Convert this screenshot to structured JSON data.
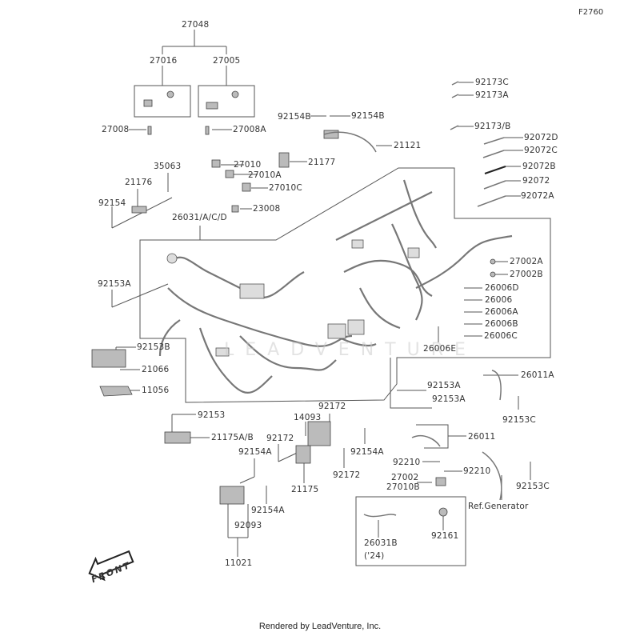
{
  "figure_code": "F2760",
  "footer": "Rendered by LeadVenture, Inc.",
  "watermark": "LEADVENTURE",
  "front_label": "FRONT",
  "labels": [
    {
      "id": "27048",
      "text": "27048"
    },
    {
      "id": "27016",
      "text": "27016"
    },
    {
      "id": "27005",
      "text": "27005"
    },
    {
      "id": "27008",
      "text": "27008"
    },
    {
      "id": "27008A",
      "text": "27008A"
    },
    {
      "id": "92154B-left",
      "text": "92154B"
    },
    {
      "id": "92154B-right",
      "text": "92154B"
    },
    {
      "id": "21121",
      "text": "21121"
    },
    {
      "id": "21177",
      "text": "21177"
    },
    {
      "id": "92173C",
      "text": "92173C"
    },
    {
      "id": "92173A",
      "text": "92173A"
    },
    {
      "id": "92173/B",
      "text": "92173/B"
    },
    {
      "id": "92072D",
      "text": "92072D"
    },
    {
      "id": "92072C",
      "text": "92072C"
    },
    {
      "id": "92072B",
      "text": "92072B"
    },
    {
      "id": "92072",
      "text": "92072"
    },
    {
      "id": "92072A",
      "text": "92072A"
    },
    {
      "id": "35063",
      "text": "35063"
    },
    {
      "id": "21176",
      "text": "21176"
    },
    {
      "id": "92154",
      "text": "92154"
    },
    {
      "id": "27010",
      "text": "27010"
    },
    {
      "id": "27010A",
      "text": "27010A"
    },
    {
      "id": "27010C",
      "text": "27010C"
    },
    {
      "id": "23008",
      "text": "23008"
    },
    {
      "id": "26031/A/C/D",
      "text": "26031/A/C/D"
    },
    {
      "id": "92153A-left",
      "text": "92153A"
    },
    {
      "id": "27002A",
      "text": "27002A"
    },
    {
      "id": "27002B",
      "text": "27002B"
    },
    {
      "id": "26006D",
      "text": "26006D"
    },
    {
      "id": "26006",
      "text": "26006"
    },
    {
      "id": "26006A",
      "text": "26006A"
    },
    {
      "id": "26006B",
      "text": "26006B"
    },
    {
      "id": "26006C",
      "text": "26006C"
    },
    {
      "id": "26006E",
      "text": "26006E"
    },
    {
      "id": "92153B",
      "text": "92153B"
    },
    {
      "id": "21066",
      "text": "21066"
    },
    {
      "id": "11056",
      "text": "11056"
    },
    {
      "id": "92153A-upper",
      "text": "92153A"
    },
    {
      "id": "92153A-lower",
      "text": "92153A"
    },
    {
      "id": "26011A",
      "text": "26011A"
    },
    {
      "id": "92153C-upper",
      "text": "92153C"
    },
    {
      "id": "92153",
      "text": "92153"
    },
    {
      "id": "21175A/B",
      "text": "21175A/B"
    },
    {
      "id": "92172-top",
      "text": "92172"
    },
    {
      "id": "14093",
      "text": "14093"
    },
    {
      "id": "92172-left",
      "text": "92172"
    },
    {
      "id": "92154A-right",
      "text": "92154A"
    },
    {
      "id": "92172-bottom",
      "text": "92172"
    },
    {
      "id": "92154A-left",
      "text": "92154A"
    },
    {
      "id": "21175",
      "text": "21175"
    },
    {
      "id": "92154A-lower",
      "text": "92154A"
    },
    {
      "id": "92093",
      "text": "92093"
    },
    {
      "id": "11021",
      "text": "11021"
    },
    {
      "id": "26011",
      "text": "26011"
    },
    {
      "id": "92210-left",
      "text": "92210"
    },
    {
      "id": "92210-right",
      "text": "92210"
    },
    {
      "id": "27002",
      "text": "27002"
    },
    {
      "id": "27010B",
      "text": "27010B"
    },
    {
      "id": "92153C-lower",
      "text": "92153C"
    },
    {
      "id": "ref-generator",
      "text": "Ref.Generator"
    },
    {
      "id": "26031B",
      "text": "26031B"
    },
    {
      "id": "year-24",
      "text": "('24)"
    },
    {
      "id": "92161",
      "text": "92161"
    }
  ]
}
